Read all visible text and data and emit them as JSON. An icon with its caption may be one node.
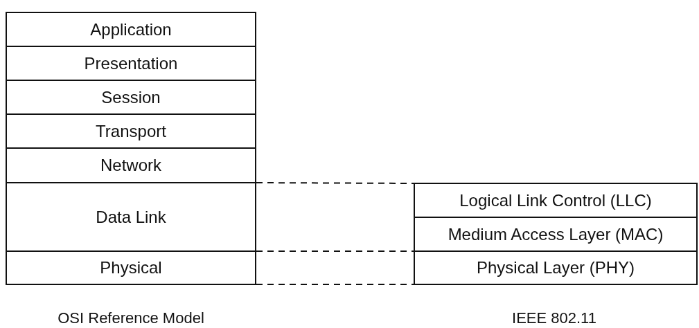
{
  "diagram": {
    "nodes": [
      {
        "text": [
          "Application"
        ]
      },
      {
        "text": [
          "Presentation"
        ]
      },
      {
        "text": [
          "Session"
        ]
      },
      {
        "text": [
          "Transport"
        ]
      },
      {
        "text": [
          "Network"
        ]
      },
      {
        "text": [
          "Data Link"
        ]
      },
      {
        "text": [
          "Physical"
        ]
      },
      {
        "text": [
          "Logical Link Control (LLC)"
        ]
      },
      {
        "text": [
          "Medium Access Layer (MAC)"
        ]
      },
      {
        "text": [
          "Physical Layer (PHY)"
        ]
      }
    ],
    "edges": [
      {
        "from": 5,
        "to": 7,
        "arrow": "none",
        "style": "dashed"
      },
      {
        "from": 5,
        "to": 8,
        "arrow": "none",
        "style": "dashed"
      },
      {
        "from": 6,
        "to": 9,
        "arrow": "none",
        "style": "dashed"
      }
    ],
    "labels": [
      "OSI Reference Model",
      "IEEE 802.11"
    ]
  }
}
